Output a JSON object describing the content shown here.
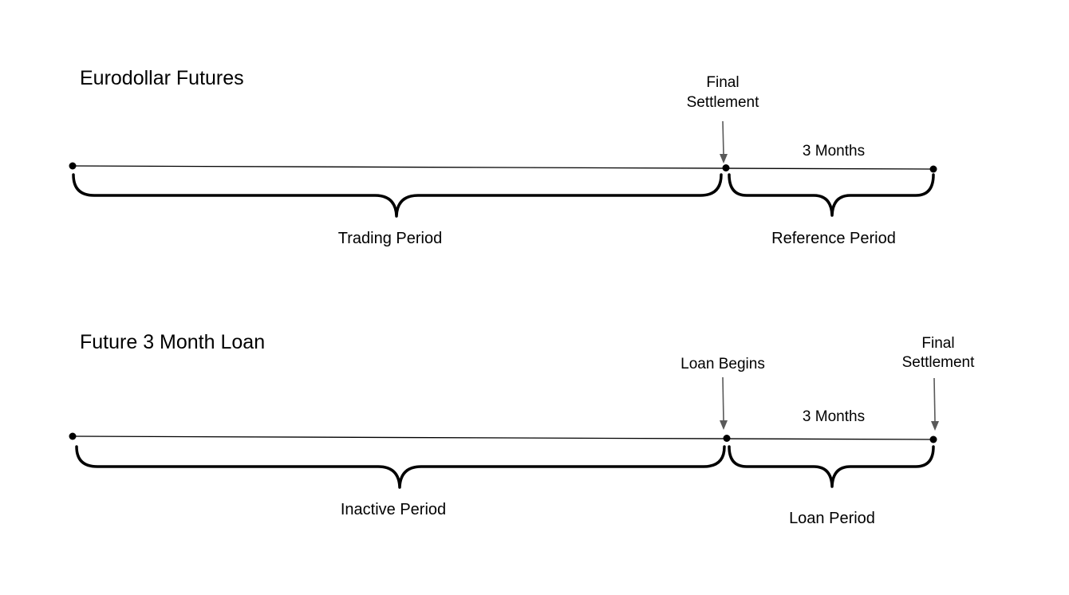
{
  "diagram": {
    "timelines": [
      {
        "title": "Eurodollar Futures",
        "markers": [
          {
            "lines": [
              "Final",
              "Settlement"
            ]
          }
        ],
        "span_label": "3 Months",
        "segments": [
          {
            "label": "Trading Period"
          },
          {
            "label": "Reference Period"
          }
        ]
      },
      {
        "title": "Future 3 Month Loan",
        "markers": [
          {
            "lines": [
              "Loan Begins"
            ]
          },
          {
            "lines": [
              "Final",
              "Settlement"
            ]
          }
        ],
        "span_label": "3 Months",
        "segments": [
          {
            "label": "Inactive Period"
          },
          {
            "label": "Loan Period"
          }
        ]
      }
    ]
  }
}
